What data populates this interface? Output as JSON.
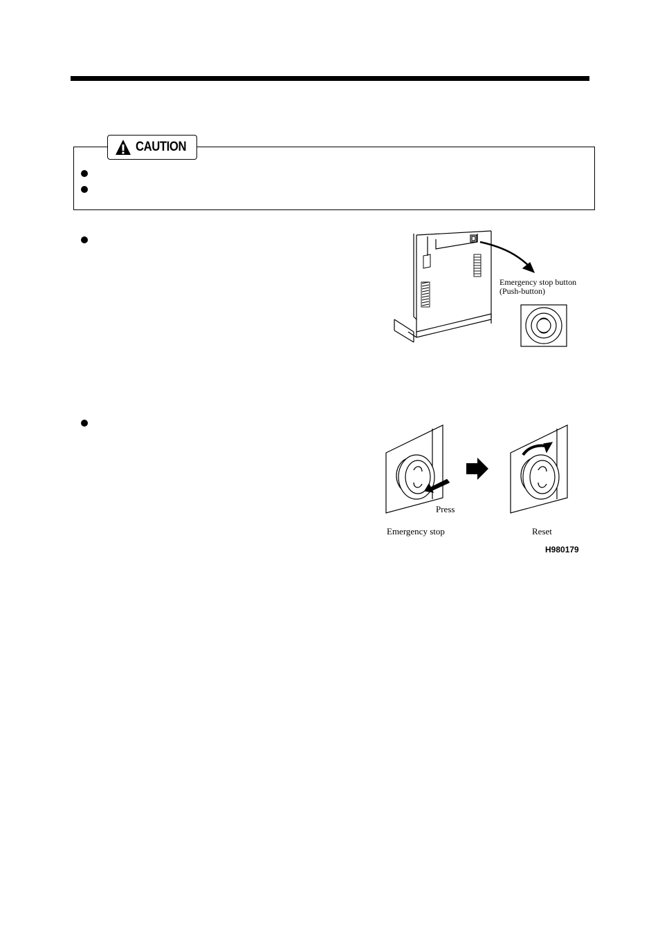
{
  "caution": {
    "label": "CAUTION",
    "icon": "warning-triangle-icon",
    "bullets": 2
  },
  "figure1": {
    "label_line1": "Emergency stop button",
    "label_line2": "(Push-button)"
  },
  "figure2": {
    "press_label": "Press",
    "left_caption": "Emergency stop",
    "right_caption": "Reset",
    "figure_code": "H980179"
  }
}
